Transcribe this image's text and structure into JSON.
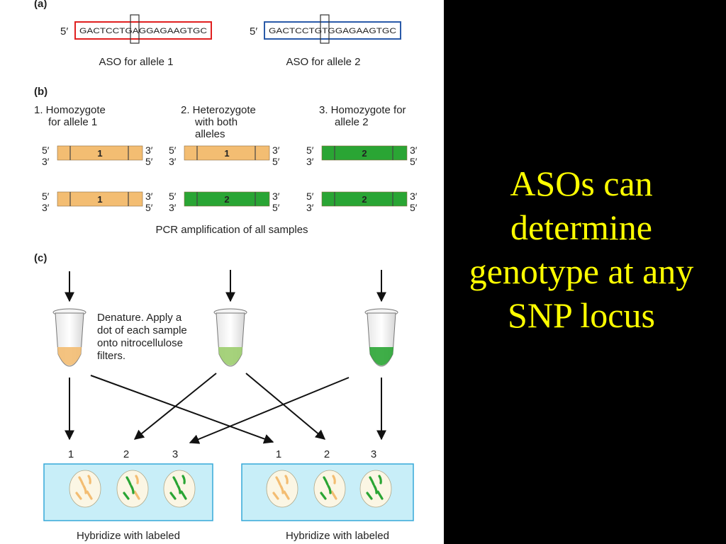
{
  "slide": {
    "caption": "ASOs can determine genotype at any SNP locus",
    "caption_color": "#ffff00",
    "background": "#000000"
  },
  "panel_a": {
    "label": "(a)",
    "prime5": "5′",
    "aso1": {
      "sequence": "GACTCCTGAGGAGAAGTGC",
      "caption": "ASO for allele 1",
      "border_color": "#e02020"
    },
    "aso2": {
      "sequence": "GACTCCTGTGGAGAAGTGC",
      "caption": "ASO for allele 2",
      "border_color": "#2a5aa8"
    }
  },
  "panel_b": {
    "label": "(b)",
    "columns": [
      {
        "lines": [
          "1. Homozygote",
          "for allele 1"
        ]
      },
      {
        "lines": [
          "2. Heterozygote",
          "with both",
          "alleles"
        ]
      },
      {
        "lines": [
          "3. Homozygote for",
          "allele 2"
        ]
      }
    ],
    "prime5": "5′",
    "prime3": "3′",
    "allele1_label": "1",
    "allele2_label": "2",
    "allele1_color": "#f3bd72",
    "allele2_color": "#2aa534",
    "pcr_caption": "PCR amplification of all samples"
  },
  "panel_c": {
    "label": "(c)",
    "denature_lines": [
      "Denature. Apply a",
      "dot of each sample",
      "onto nitrocellulose",
      "filters."
    ],
    "tube_colors": [
      "#f3bd72",
      "#9ccd6e",
      "#2aa534"
    ],
    "dot_numbers": [
      "1",
      "2",
      "3"
    ],
    "filter_color": "#c8eef8",
    "hybridize_caption": "Hybridize with labeled"
  }
}
